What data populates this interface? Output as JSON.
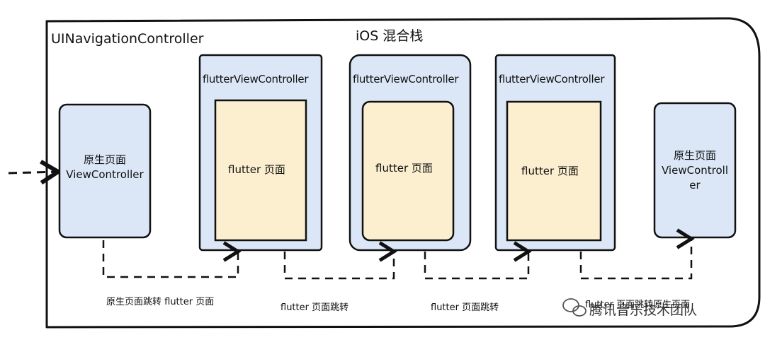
{
  "diagram": {
    "container_label": "UINavigationController",
    "title": "iOS 混合栈",
    "native_left": {
      "line1": "原生页面",
      "line2": "ViewController"
    },
    "native_right": {
      "line1": "原生页面",
      "line2": "ViewControll",
      "line3": "er"
    },
    "flutter_controllers": [
      {
        "title": "flutterViewController",
        "page": "flutter 页面"
      },
      {
        "title": "flutterViewController",
        "page": "flutter 页面"
      },
      {
        "title": "flutterViewController",
        "page": "flutter 页面"
      }
    ],
    "edges": [
      {
        "label": "原生页面跳转 flutter 页面"
      },
      {
        "label": "flutter 页面跳转"
      },
      {
        "label": "flutter 页面跳转"
      },
      {
        "label": "flutter 页面跳转原生页面"
      }
    ],
    "watermark": "腾讯音乐技术团队"
  },
  "colors": {
    "ink": "#111111",
    "native_fill": "#dbe7f7",
    "controller_fill": "#dbe7f7",
    "flutter_page_fill": "#fcefcf"
  }
}
